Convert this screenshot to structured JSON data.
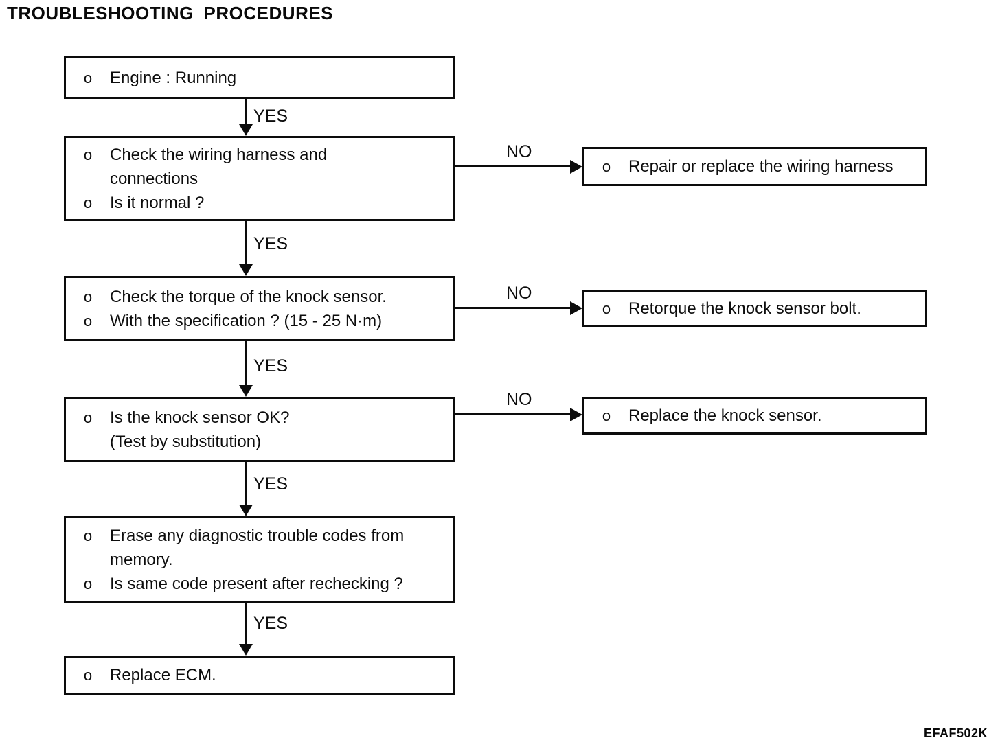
{
  "title": "TROUBLESHOOTING PROCEDURES",
  "figure_code": "EFAF502K",
  "bullet_char": "o",
  "labels": {
    "yes": "YES",
    "no": "NO"
  },
  "steps": [
    {
      "id": "engine-running",
      "bullets": [
        {
          "lines": [
            "Engine : Running"
          ]
        }
      ]
    },
    {
      "id": "check-wiring",
      "bullets": [
        {
          "lines": [
            "Check the wiring harness and",
            "connections"
          ]
        },
        {
          "lines": [
            "Is it normal ?"
          ]
        }
      ]
    },
    {
      "id": "check-torque",
      "bullets": [
        {
          "lines": [
            "Check the torque of the knock sensor."
          ]
        },
        {
          "lines": [
            "With the specification ? (15 - 25 N·m)"
          ]
        }
      ]
    },
    {
      "id": "knock-sensor-ok",
      "bullets": [
        {
          "lines": [
            "Is the knock sensor OK?",
            "(Test by substitution)"
          ]
        }
      ]
    },
    {
      "id": "erase-codes",
      "bullets": [
        {
          "lines": [
            "Erase any diagnostic trouble codes from",
            "memory."
          ]
        },
        {
          "lines": [
            "Is same code present after rechecking ?"
          ]
        }
      ]
    },
    {
      "id": "replace-ecm",
      "bullets": [
        {
          "lines": [
            "Replace ECM."
          ]
        }
      ]
    }
  ],
  "remedies": [
    {
      "id": "repair-wiring",
      "bullets": [
        {
          "lines": [
            "Repair or replace the wiring harness"
          ]
        }
      ]
    },
    {
      "id": "retorque-bolt",
      "bullets": [
        {
          "lines": [
            "Retorque the knock sensor bolt."
          ]
        }
      ]
    },
    {
      "id": "replace-knock-sensor",
      "bullets": [
        {
          "lines": [
            "Replace the knock sensor."
          ]
        }
      ]
    }
  ]
}
